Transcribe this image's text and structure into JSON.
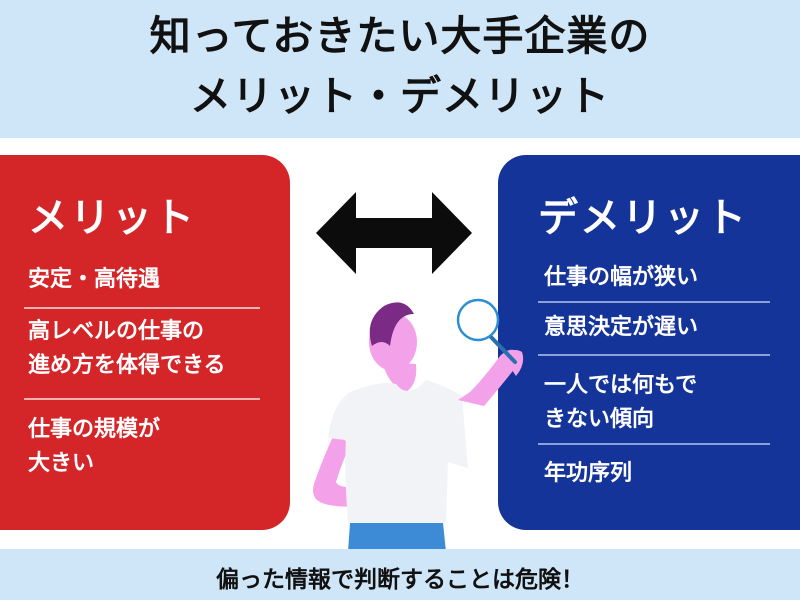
{
  "title": {
    "line1": "知っておきたい大手企業の",
    "line2": "メリット・デメリット"
  },
  "merits": {
    "heading": "メリット",
    "items": [
      [
        "安定・高待遇"
      ],
      [
        "高レベルの仕事の",
        "進め方を体得できる"
      ],
      [
        "仕事の規模が",
        "大きい"
      ]
    ]
  },
  "demerits": {
    "heading": "デメリット",
    "items": [
      [
        "仕事の幅が狭い"
      ],
      [
        "意思決定が遅い"
      ],
      [
        "一人では何もで",
        "きない傾向"
      ],
      [
        "年功序列"
      ]
    ]
  },
  "footer": {
    "text": "偏った情報で判断することは危険！"
  },
  "colors": {
    "merit_panel": "#d42629",
    "demerit_panel": "#14349a",
    "band": "#cfe6f8"
  },
  "icons": {
    "arrow": "double-headed-arrow-icon",
    "person": "person-with-magnifier-illustration"
  }
}
